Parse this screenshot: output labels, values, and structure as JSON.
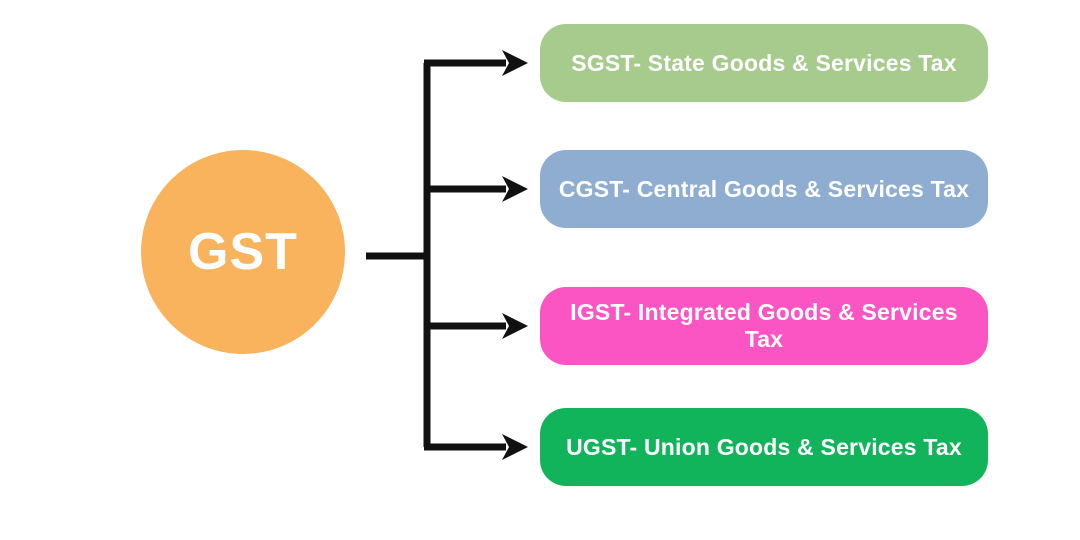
{
  "diagram": {
    "background": "#ffffff",
    "connector_color": "#111111",
    "root": {
      "label": "GST",
      "color": "#f8b35c",
      "text_color": "#ffffff"
    },
    "branches": [
      {
        "label": "SGST- State Goods & Services Tax",
        "color": "#a6cb8d"
      },
      {
        "label": "CGST- Central Goods & Services Tax",
        "color": "#8fadd1"
      },
      {
        "label": "IGST- Integrated Goods & Services Tax",
        "color": "#fb54c3"
      },
      {
        "label": "UGST- Union Goods & Services Tax",
        "color": "#12b45b"
      }
    ]
  }
}
